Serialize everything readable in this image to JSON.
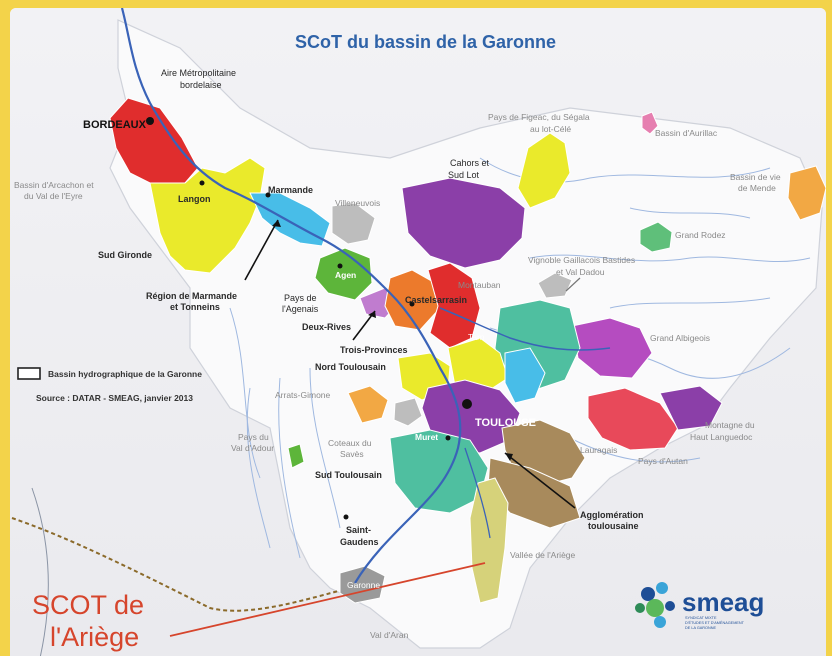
{
  "title": "SCoT du bassin de la Garonne",
  "legend": {
    "label": "Bassin hydrographique de la Garonne",
    "source": "Source : DATAR - SMEAG, janvier 2013"
  },
  "cities": {
    "bordeaux": "BORDEAUX",
    "toulouse": "TOULOUSE",
    "agen": "Agen",
    "castelsarrasin": "Castelsarrasin",
    "muret": "Muret",
    "langon": "Langon",
    "marmande": "Marmande",
    "saint_gaudens_1": "Saint-",
    "saint_gaudens_2": "Gaudens"
  },
  "territories": {
    "aire_metro_1": "Aire Métropolitaine",
    "aire_metro_2": "bordelaise",
    "bassin_arcachon_1": "Bassin d'Arcachon et",
    "bassin_arcachon_2": "du Val de l'Eyre",
    "sud_gironde": "Sud Gironde",
    "region_marmande_1": "Région de Marmande",
    "region_marmande_2": "et Tonneins",
    "villeneuvois": "Villeneuvois",
    "pays_agenais_1": "Pays de",
    "pays_agenais_2": "l'Agenais",
    "deux_rives": "Deux-Rives",
    "trois_provinces": "Trois-Provinces",
    "nord_toulousain": "Nord Toulousain",
    "montauban": "Montauban",
    "cahors_1": "Cahors et",
    "cahors_2": "Sud Lot",
    "figeac_1": "Pays de Figeac, du Ségala",
    "figeac_2": "au lot-Célé",
    "aurillac": "Bassin d'Aurillac",
    "mende_1": "Bassin de vie",
    "mende_2": "de Mende",
    "grand_rodez": "Grand Rodez",
    "vignoble_1": "Vignoble Gaillacois Bastides",
    "vignoble_2": "et Val Dadou",
    "grand_albigeois": "Grand Albigeois",
    "montagne_1": "Montagne du",
    "montagne_2": "Haut Languedoc",
    "pays_autan": "Pays d'Autan",
    "lauragais": "Lauragais",
    "agglo_1": "Agglomération",
    "agglo_2": "toulousaine",
    "arrats": "Arrats-Gimone",
    "val_adour_1": "Pays du",
    "val_adour_2": "Val d'Adour",
    "coteaux_1": "Coteaux du",
    "coteaux_2": "Savès",
    "sud_toulousain": "Sud Toulousain",
    "vallee_ariege": "Vallée de l'Ariège",
    "val_aran": "Val d'Aran",
    "river_tarn": "Tarn",
    "river_garonne": "Garonne"
  },
  "callout": {
    "line1": "SCOT de",
    "line2": "l'Ariège"
  },
  "logo": {
    "name": "smeag",
    "subtitle_1": "SYNDICAT MIXTE",
    "subtitle_2": "D'ÉTUDES ET D'AMÉNAGEMENT",
    "subtitle_3": "DE LA GARONNE"
  },
  "colors": {
    "frame": "#f3d34a",
    "river": "#3a63b8",
    "basin_outline": "#ffffff",
    "callout": "#d6452c",
    "title": "#2f63a8"
  }
}
